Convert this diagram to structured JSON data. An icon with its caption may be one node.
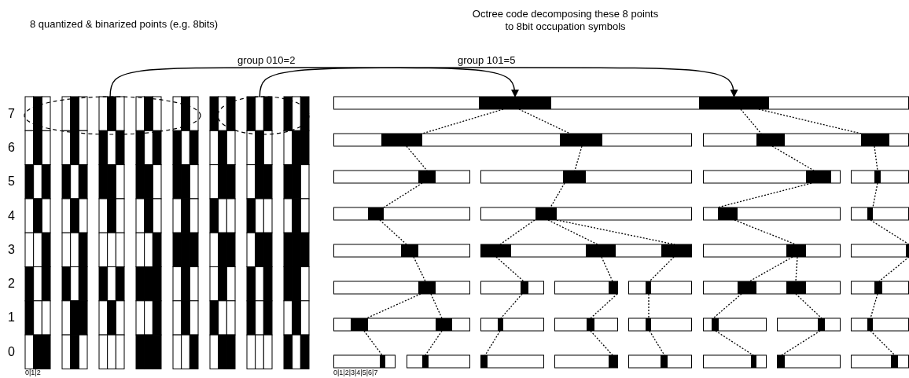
{
  "diagram": {
    "nodes": [
      {
        "text": [],
        "shape": "ellipse"
      },
      {
        "text": [],
        "shape": "ellipse"
      },
      {
        "text": [],
        "shape": "box"
      },
      {
        "text": [],
        "shape": "box"
      }
    ],
    "edges": [
      {
        "from": 0,
        "to": 2,
        "arrow": "to",
        "label": "group 010=2"
      },
      {
        "from": 1,
        "to": 3,
        "arrow": "to",
        "label": "group 101=5"
      }
    ],
    "labels": [
      "8 quantized & binarized points (e.g. 8bits)",
      "Octree code decomposing these 8 points to 8bit occupation symbols",
      "7",
      "6",
      "5",
      "4",
      "3",
      "2",
      "1",
      "0",
      "0|1|2",
      "0|1|2|3|4|5|6|7"
    ]
  }
}
